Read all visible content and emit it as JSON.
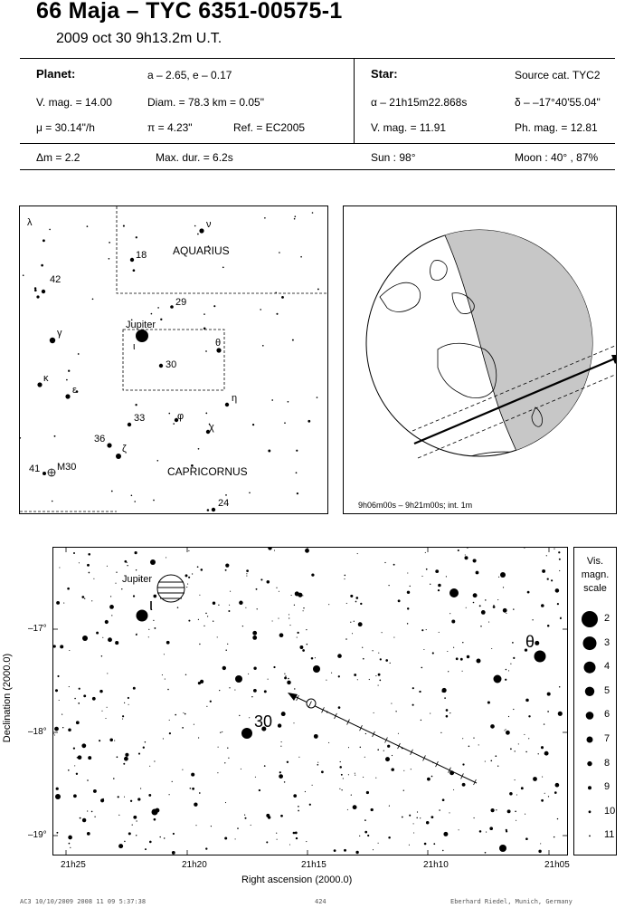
{
  "header": {
    "title": "66 Maja  –  TYC 6351-00575-1",
    "date": "2009 oct 30   9h13.2m U.T.",
    "planet_label": "Planet:",
    "orbit": "a – 2.65, e – 0.17",
    "vmag_planet": "V. mag. = 14.00",
    "diam": "Diam. = 78.3 km = 0.05\"",
    "mu": "μ = 30.14\"/h",
    "pi": "π =  4.23\"",
    "ref": "Ref. = EC2005",
    "star_label": "Star:",
    "source": "Source cat.  TYC2",
    "alpha": "α – 21h15m22.868s",
    "delta": "δ – –17°40'55.04\"",
    "vmag_star": "V. mag. = 11.91",
    "phmag": "Ph. mag. = 12.81",
    "dm": "Δm = 2.2",
    "maxdur": "Max. dur. = 6.2s",
    "sun": "Sun :  98°",
    "moon": "Moon :  40° , 87%"
  },
  "starmap": {
    "constellation_top": "AQUARIUS",
    "constellation_bottom": "CAPRICORNUS",
    "planet_label": "Jupiter",
    "labels": [
      "λ",
      "ν",
      "18",
      "42",
      "29",
      "γ",
      "ι",
      "θ",
      "30",
      "κ",
      "ε",
      "η",
      "33",
      "φ",
      "χ",
      "36",
      "ζ",
      "41",
      "M30",
      "24"
    ]
  },
  "globe": {
    "caption": "9h06m00s – 9h21m00s; int. 1m"
  },
  "chart": {
    "planet_label": "Jupiter",
    "star_labels": [
      "ι",
      "30",
      "θ"
    ],
    "y_axis_label": "Declination (2000.0)",
    "x_axis_label": "Right ascension (2000.0)",
    "x_ticks": [
      "21h25",
      "21h20",
      "21h15",
      "21h10",
      "21h05"
    ],
    "y_ticks": [
      "–17°",
      "–18°",
      "–19°"
    ]
  },
  "scale": {
    "title_lines": [
      "Vis.",
      "magn.",
      "scale"
    ],
    "mags": [
      "2",
      "3",
      "4",
      "5",
      "6",
      "7",
      "8",
      "9",
      "10",
      "11"
    ]
  },
  "footer": {
    "left": "AC3 10/10/2009  2008 11 09  5:37:38",
    "mid": "424",
    "right": "Eberhard Riedel, Munich, Germany"
  }
}
